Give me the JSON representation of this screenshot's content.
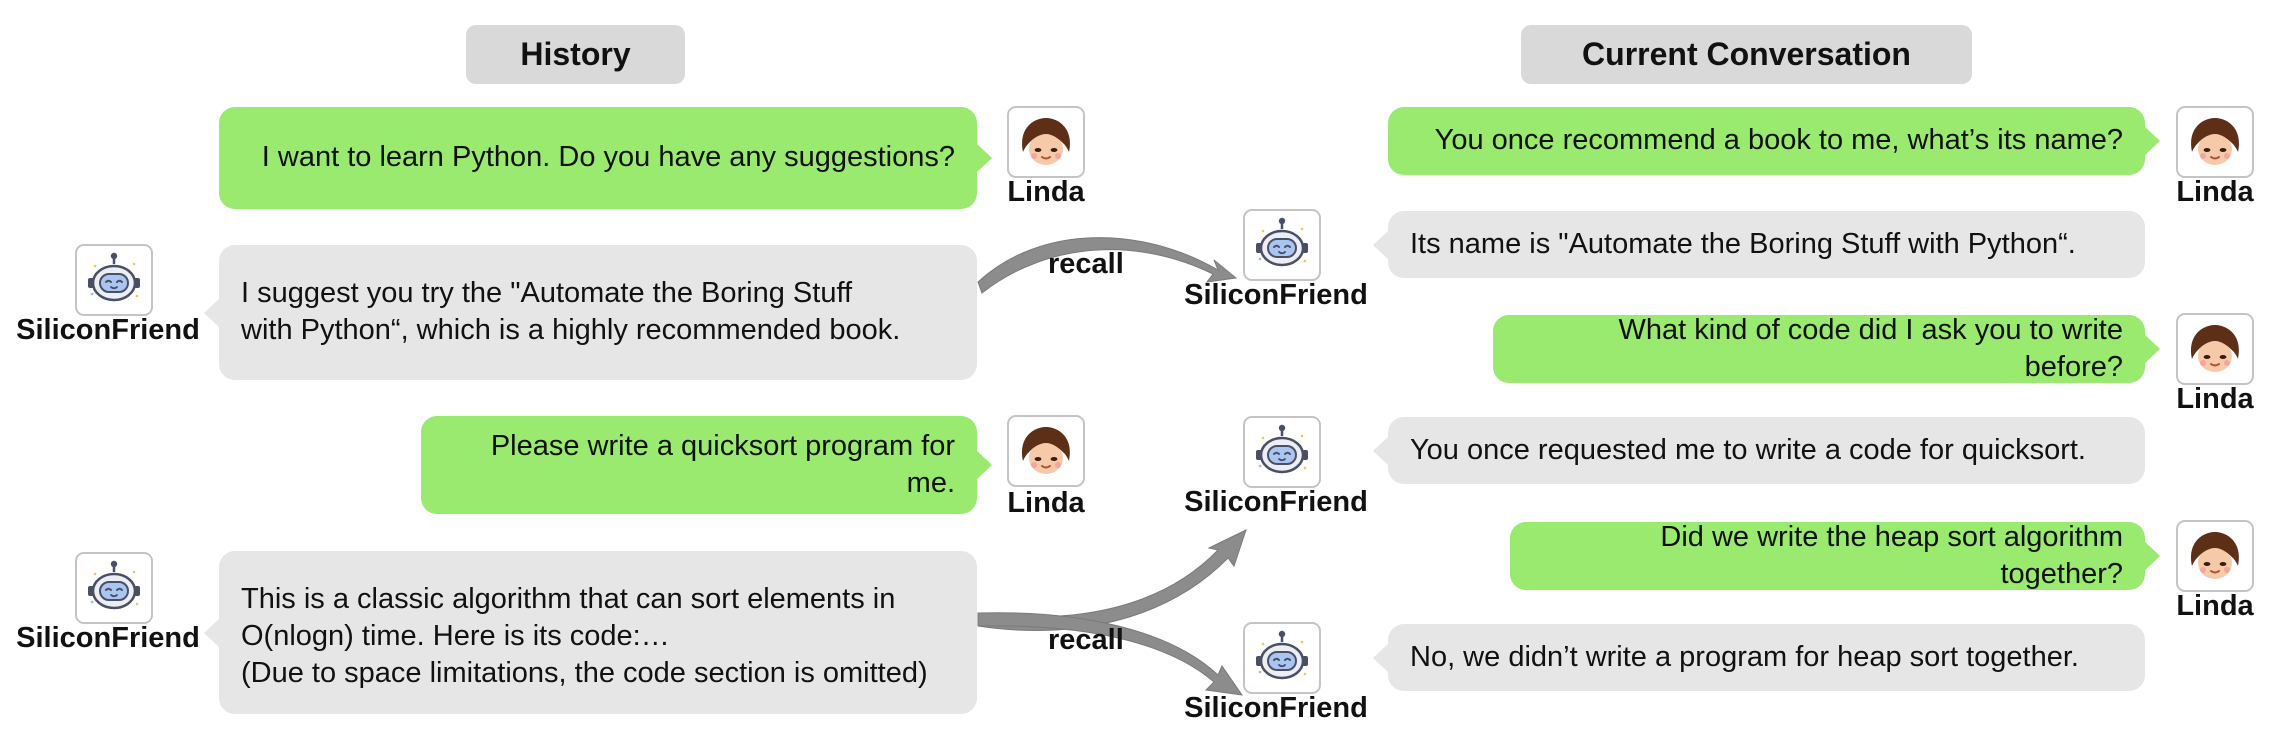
{
  "headers": {
    "history": "History",
    "current": "Current Conversation"
  },
  "user_name": "Linda",
  "bot_name": "SiliconFriend",
  "recall_label": "recall",
  "history": [
    {
      "speaker": "Linda",
      "lines": [
        "I want to learn Python. Do you have any suggestions?"
      ]
    },
    {
      "speaker": "SiliconFriend",
      "lines": [
        "I suggest you try the \"Automate the Boring Stuff",
        "with Python“, which is a highly recommended book."
      ]
    },
    {
      "speaker": "Linda",
      "lines": [
        "Please write a quicksort program for me."
      ]
    },
    {
      "speaker": "SiliconFriend",
      "lines": [
        "This is a classic algorithm that can sort elements in",
        "O(nlogn) time. Here is its code:…",
        "(Due to space limitations, the code section is omitted)"
      ]
    }
  ],
  "current": [
    {
      "speaker": "Linda",
      "text": "You once recommend a book to me, what’s its name?"
    },
    {
      "speaker": "SiliconFriend",
      "text": "Its name is  \"Automate the Boring Stuff with Python“."
    },
    {
      "speaker": "Linda",
      "text": "What kind of code did I ask you to write before?"
    },
    {
      "speaker": "SiliconFriend",
      "text": "You once requested me to write a code for quicksort."
    },
    {
      "speaker": "Linda",
      "text": "Did we write the heap sort algorithm together?"
    },
    {
      "speaker": "SiliconFriend",
      "text": "No, we didn’t write a program for heap sort together."
    }
  ],
  "colors": {
    "user_bubble": "#99ea6e",
    "bot_bubble": "#e6e6e6",
    "header_bg": "#d9d9d9",
    "arrow": "#8c8c8c"
  },
  "icons": {
    "user": "girl-face-icon",
    "bot": "robot-face-icon"
  }
}
